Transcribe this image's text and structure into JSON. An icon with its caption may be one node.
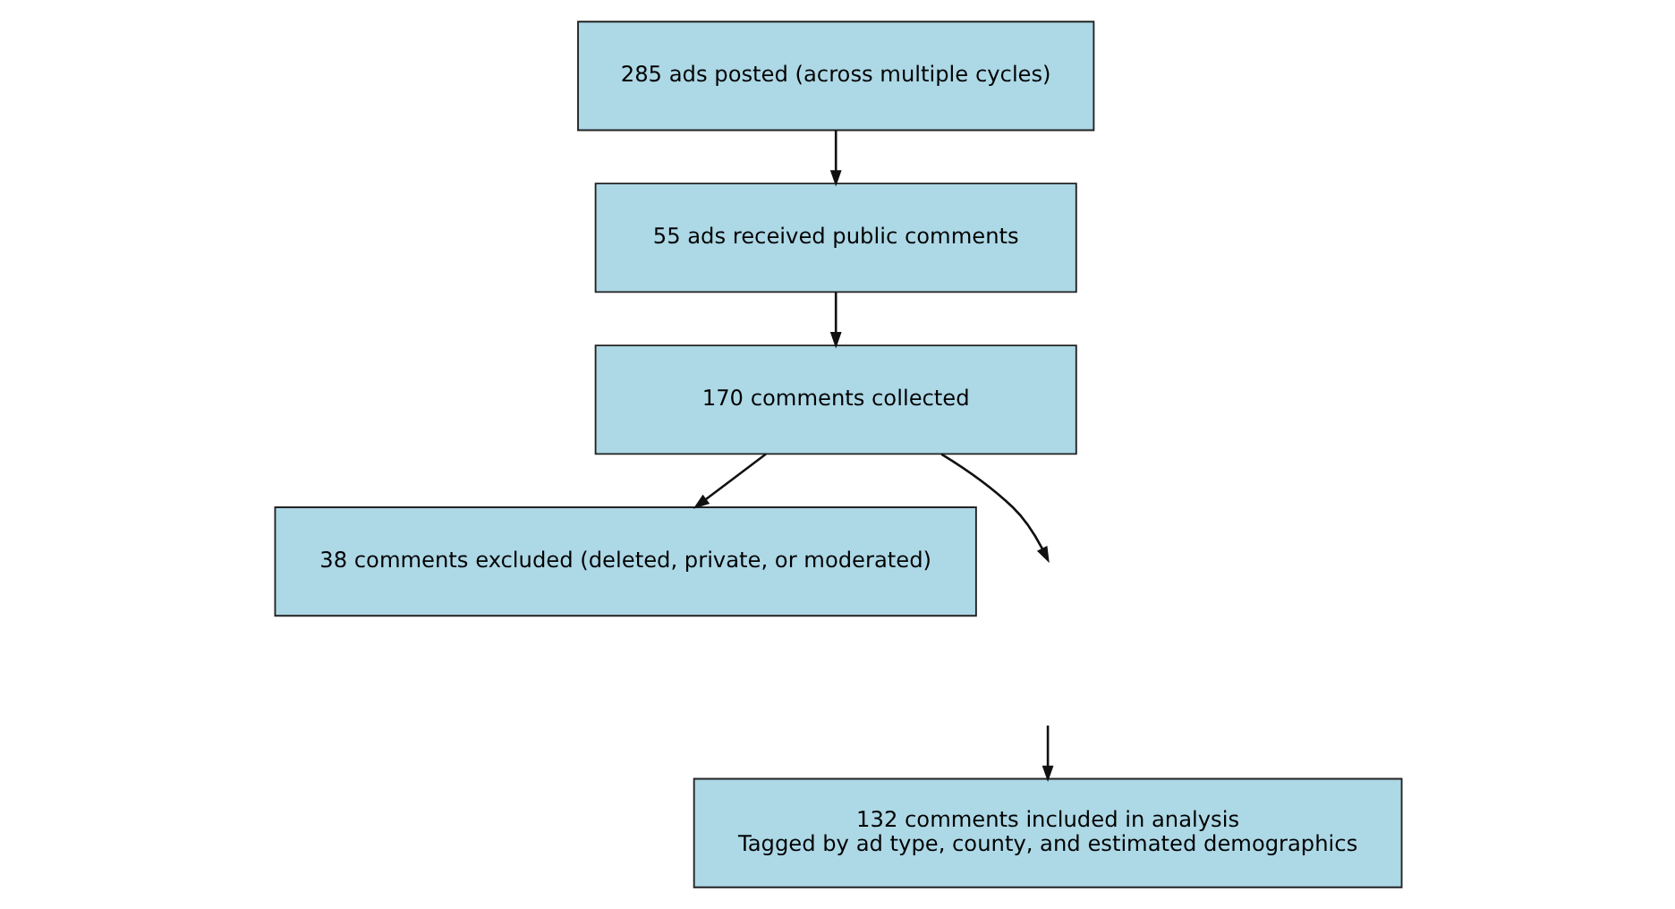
{
  "diagram": {
    "nodes": [
      {
        "text": [
          "285 ads posted (across multiple cycles)"
        ]
      },
      {
        "text": [
          "55 ads received public comments"
        ]
      },
      {
        "text": [
          "170 comments collected"
        ]
      },
      {
        "text": [
          "38 comments excluded (deleted, private, or moderated)"
        ]
      },
      {
        "text": [
          "132 comments included in analysis",
          "Tagged by ad type, county, and estimated demographics"
        ]
      }
    ],
    "edges": [
      {
        "from": 0,
        "to": 1,
        "arrow": "to"
      },
      {
        "from": 1,
        "to": 2,
        "arrow": "to"
      },
      {
        "from": 2,
        "to": 3,
        "arrow": "to"
      },
      {
        "from": 2,
        "to": null,
        "arrow": "to"
      },
      {
        "from": null,
        "to": 4,
        "arrow": "to"
      }
    ]
  }
}
